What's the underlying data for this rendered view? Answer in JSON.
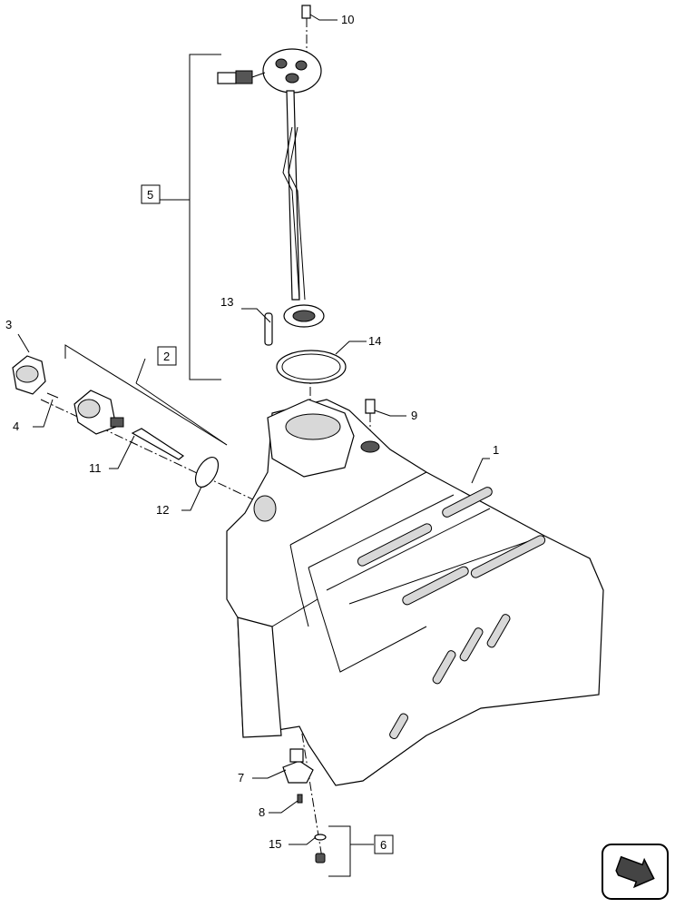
{
  "callouts": {
    "c1": "1",
    "c2": "2",
    "c3": "3",
    "c4": "4",
    "c5": "5",
    "c6": "6",
    "c7": "7",
    "c8": "8",
    "c9": "9",
    "c10": "10",
    "c11": "11",
    "c12": "12",
    "c13": "13",
    "c14": "14",
    "c15": "15"
  },
  "nav_icon": "arrow-return-icon"
}
